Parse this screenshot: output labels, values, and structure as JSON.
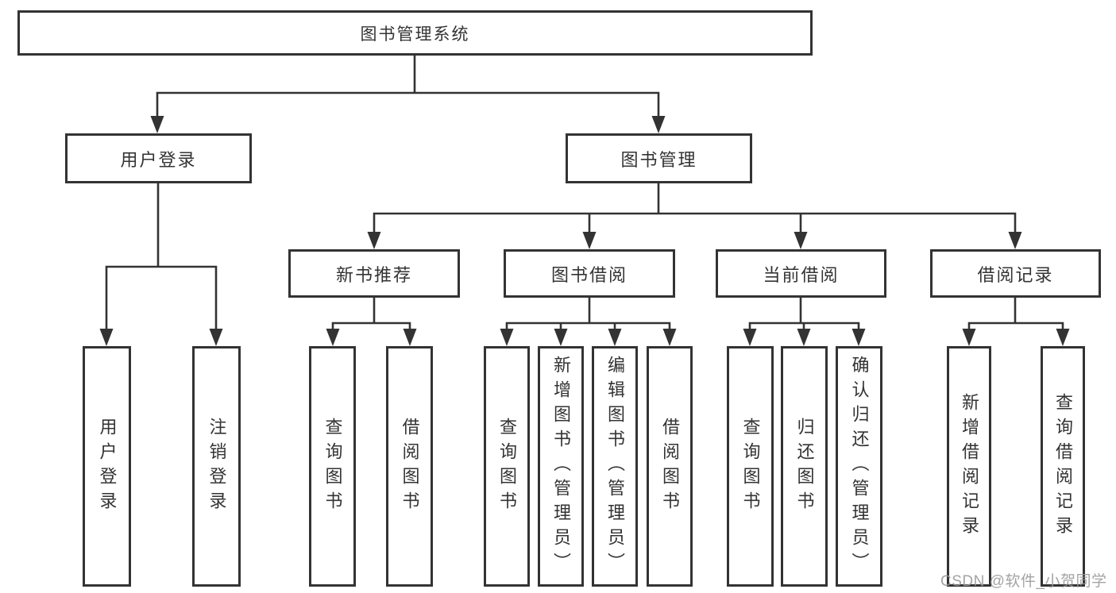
{
  "diagram": {
    "root": {
      "label": "图书管理系统"
    },
    "branches": [
      {
        "label": "用户登录",
        "children": [
          {
            "label": "用户登录"
          },
          {
            "label": "注销登录"
          }
        ]
      },
      {
        "label": "图书管理",
        "groups": [
          {
            "label": "新书推荐",
            "children": [
              {
                "label": "查询图书"
              },
              {
                "label": "借阅图书"
              }
            ]
          },
          {
            "label": "图书借阅",
            "children": [
              {
                "label": "查询图书"
              },
              {
                "label": "新增图书（管理员）"
              },
              {
                "label": "编辑图书（管理员）"
              },
              {
                "label": "借阅图书"
              }
            ]
          },
          {
            "label": "当前借阅",
            "children": [
              {
                "label": "查询图书"
              },
              {
                "label": "归还图书"
              },
              {
                "label": "确认归还（管理员）"
              }
            ]
          },
          {
            "label": "借阅记录",
            "children": [
              {
                "label": "新增借阅记录"
              },
              {
                "label": "查询借阅记录"
              }
            ]
          }
        ]
      }
    ]
  },
  "watermark": {
    "text": "CSDN @软件_小贺同学"
  },
  "colors": {
    "line": "#333333",
    "text": "#333333",
    "background": "#ffffff",
    "watermark": "#9a9a9a"
  }
}
